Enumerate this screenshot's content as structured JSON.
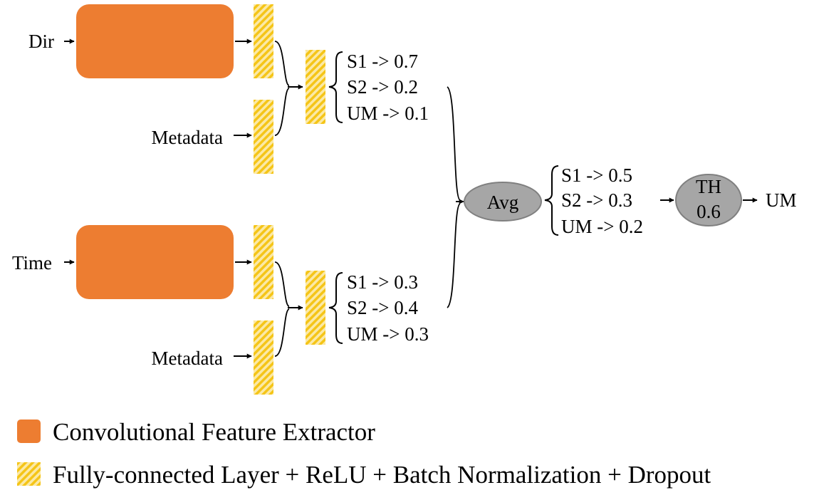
{
  "inputs": {
    "top": {
      "input_label": "Dir",
      "metadata_label": "Metadata"
    },
    "bottom": {
      "input_label": "Time",
      "metadata_label": "Metadata"
    }
  },
  "branch_outputs": {
    "top": [
      "S1 -> 0.7",
      "S2 -> 0.2",
      "UM -> 0.1"
    ],
    "bottom": [
      "S1 -> 0.3",
      "S2 -> 0.4",
      "UM -> 0.3"
    ]
  },
  "avg": {
    "label": "Avg",
    "outputs": [
      "S1 -> 0.5",
      "S2 -> 0.3",
      "UM -> 0.2"
    ]
  },
  "threshold": {
    "line1": "TH",
    "line2": "0.6"
  },
  "final_output": "UM",
  "legend": {
    "conv": "Convolutional Feature Extractor",
    "fc": "Fully-connected Layer + ReLU + Batch Normalization + Dropout"
  },
  "colors": {
    "conv_fill": "#ED7D31",
    "fc_stripe": "#F5C518",
    "node_fill": "#A6A6A6"
  }
}
